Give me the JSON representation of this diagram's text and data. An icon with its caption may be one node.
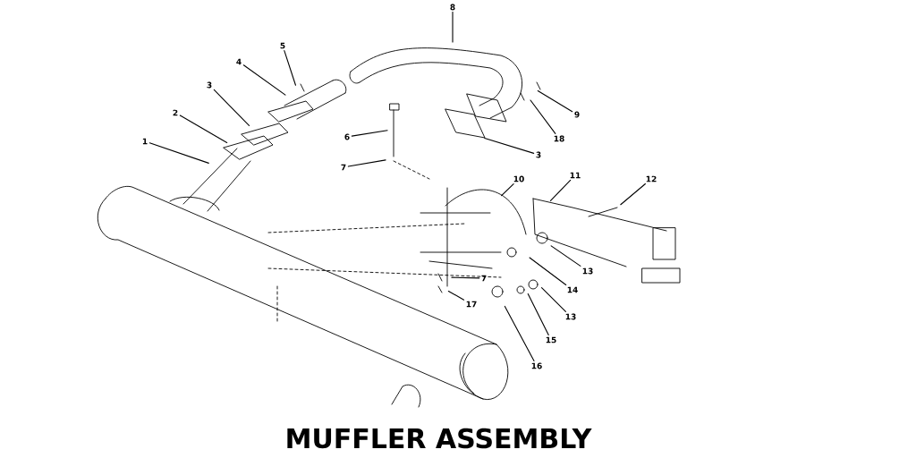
{
  "diagram": {
    "title": "MUFFLER ASSEMBLY",
    "nodes": [
      {
        "text": [
          "8"
        ]
      },
      {
        "text": [
          "5"
        ]
      },
      {
        "text": [
          "4"
        ]
      },
      {
        "text": [
          "3"
        ]
      },
      {
        "text": [
          "2"
        ]
      },
      {
        "text": [
          "9"
        ]
      },
      {
        "text": [
          "6"
        ]
      },
      {
        "text": [
          "18"
        ]
      },
      {
        "text": [
          "1"
        ]
      },
      {
        "text": [
          "3"
        ]
      },
      {
        "text": [
          "7"
        ]
      },
      {
        "text": [
          "11"
        ]
      },
      {
        "text": [
          "10"
        ]
      },
      {
        "text": [
          "12"
        ]
      },
      {
        "text": [
          "13"
        ]
      },
      {
        "text": [
          "7"
        ]
      },
      {
        "text": [
          "14"
        ]
      },
      {
        "text": [
          "17"
        ]
      },
      {
        "text": [
          "13"
        ]
      },
      {
        "text": [
          "15"
        ]
      },
      {
        "text": [
          "16"
        ]
      }
    ],
    "edges": [
      {
        "from": 0,
        "to": null,
        "arrow": "none"
      },
      {
        "from": 1,
        "to": null,
        "arrow": "none"
      },
      {
        "from": 2,
        "to": null,
        "arrow": "none"
      },
      {
        "from": 3,
        "to": null,
        "arrow": "none"
      },
      {
        "from": 4,
        "to": null,
        "arrow": "none"
      },
      {
        "from": 5,
        "to": null,
        "arrow": "none"
      },
      {
        "from": 6,
        "to": null,
        "arrow": "none"
      },
      {
        "from": 7,
        "to": null,
        "arrow": "none"
      },
      {
        "from": 8,
        "to": null,
        "arrow": "none"
      },
      {
        "from": 9,
        "to": null,
        "arrow": "none"
      },
      {
        "from": 10,
        "to": null,
        "arrow": "none"
      },
      {
        "from": 11,
        "to": null,
        "arrow": "none"
      },
      {
        "from": 12,
        "to": null,
        "arrow": "none"
      },
      {
        "from": 13,
        "to": null,
        "arrow": "none"
      },
      {
        "from": 14,
        "to": null,
        "arrow": "none"
      },
      {
        "from": 15,
        "to": null,
        "arrow": "none"
      },
      {
        "from": 16,
        "to": null,
        "arrow": "none"
      },
      {
        "from": 17,
        "to": null,
        "arrow": "none"
      },
      {
        "from": 18,
        "to": null,
        "arrow": "none"
      },
      {
        "from": 19,
        "to": null,
        "arrow": "none"
      },
      {
        "from": 20,
        "to": null,
        "arrow": "none"
      }
    ]
  }
}
